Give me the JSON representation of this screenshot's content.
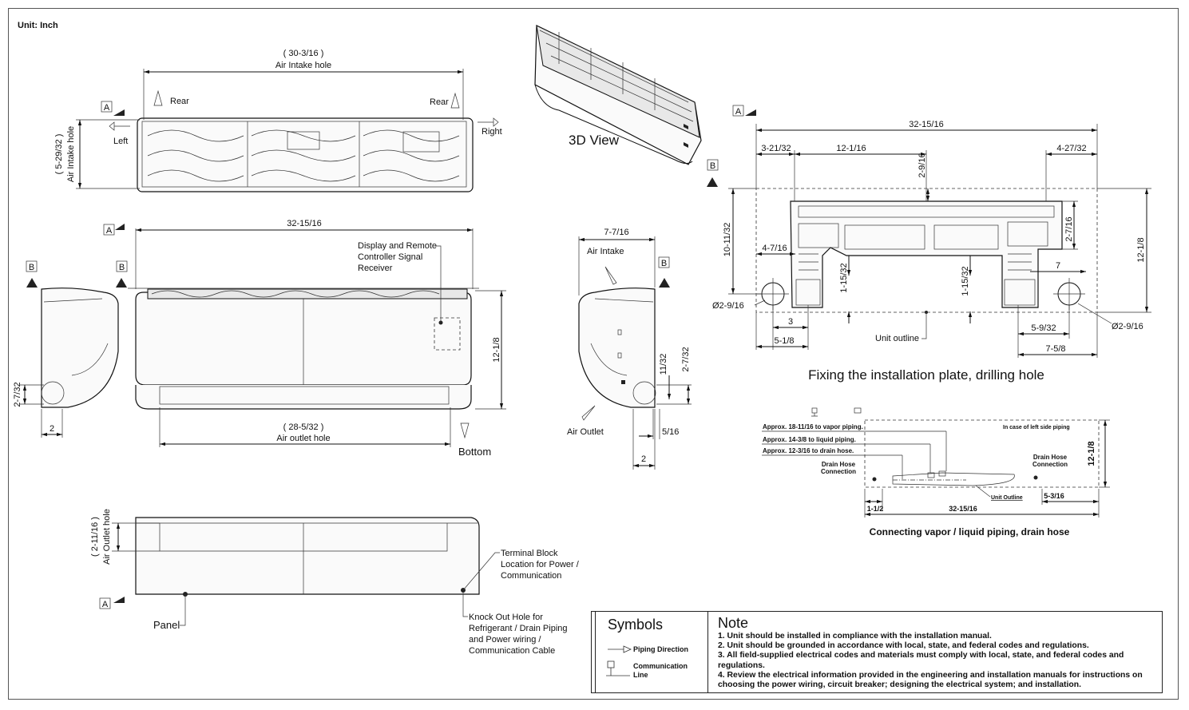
{
  "unit_label": "Unit: Inch",
  "top_view": {
    "intake_width": "( 30-3/16 )",
    "intake_label": "Air Intake hole",
    "rear_left": "Rear",
    "rear_right": "Rear",
    "left": "Left",
    "right": "Right",
    "intake_height": "( 5-29/32 )",
    "intake_height_label": "Air Intake hole",
    "marker_a": "A"
  },
  "view_3d_label": "3D View",
  "front_view": {
    "marker_a": "A",
    "marker_b": "B",
    "width": "32-15/16",
    "display_note": [
      "Display and Remote",
      "Controller Signal",
      "Receiver"
    ],
    "height": "12-1/8",
    "outlet_width": "( 28-5/32 )",
    "outlet_label": "Air outlet hole",
    "bottom": "Bottom"
  },
  "left_side_view": {
    "marker_b": "B",
    "dim_h": "2-7/32",
    "dim_w": "2"
  },
  "right_side_view": {
    "depth": "7-7/16",
    "air_intake": "Air Intake",
    "air_outlet": "Air Outlet",
    "marker_b": "B",
    "dim_11_32": "11/32",
    "dim_2_7_32": "2-7/32",
    "dim_5_16": "5/16",
    "dim_2": "2"
  },
  "bottom_view": {
    "outlet_height": "( 2-11/16 )",
    "outlet_label": "Air Outlet hole",
    "terminal_note": [
      "Terminal Block",
      "Location for Power /",
      "Communication"
    ],
    "panel": "Panel",
    "knockout_note": [
      "Knock Out Hole for",
      "Refrigerant / Drain Piping",
      "and Power wiring /",
      "Communication Cable"
    ],
    "marker_a": "A"
  },
  "plate": {
    "marker_a": "A",
    "marker_b": "B",
    "overall": "32-15/16",
    "d_3_21_32": "3-21/32",
    "d_12_1_16": "12-1/16",
    "d_2_9_16": "2-9/16",
    "d_4_27_32": "4-27/32",
    "d_10_11_32": "10-11/32",
    "d_4_7_16": "4-7/16",
    "d_1_15_32_l": "1-15/32",
    "d_1_15_32_r": "1-15/32",
    "d_2_7_16": "2-7/16",
    "d_7": "7",
    "d_12_1_8": "12-1/8",
    "hole_left": "Ø2-9/16",
    "hole_right": "Ø2-9/16",
    "d_3": "3",
    "d_5_1_8": "5-1/8",
    "d_5_9_32": "5-9/32",
    "d_7_5_8": "7-5/8",
    "unit_outline": "Unit outline",
    "caption": "Fixing the installation plate, drilling hole"
  },
  "piping": {
    "left_side": "In case of left side piping",
    "vapor": "Approx. 18-11/16 to vapor piping.",
    "liquid": "Approx. 14-3/8 to liquid piping.",
    "drain": "Approx. 12-3/16 to drain hose.",
    "drain_conn_l": [
      "Drain Hose",
      "Connection"
    ],
    "drain_conn_r": [
      "Drain Hose",
      "Connection"
    ],
    "height": "12-1/8",
    "unit_outline": "Unit Outline",
    "d_1_1_2": "1-1/2",
    "d_32_15_16": "32-15/16",
    "d_5_3_16": "5-3/16",
    "caption": "Connecting vapor / liquid piping, drain hose"
  },
  "legend": {
    "symbols_title": "Symbols",
    "piping_direction": "Piping Direction",
    "communication_line": "Communication Line",
    "note_title": "Note",
    "notes": [
      "1. Unit should be installed in compliance with the installation manual.",
      "2. Unit should be grounded in accordance with local, state, and federal codes and regulations.",
      "3. All field-supplied electrical codes and materials must comply with local, state, and federal codes and regulations.",
      "4. Review the electrical information provided in the engineering and installation manuals for instructions on choosing the power wiring, circuit breaker; designing the electrical system; and installation."
    ]
  }
}
